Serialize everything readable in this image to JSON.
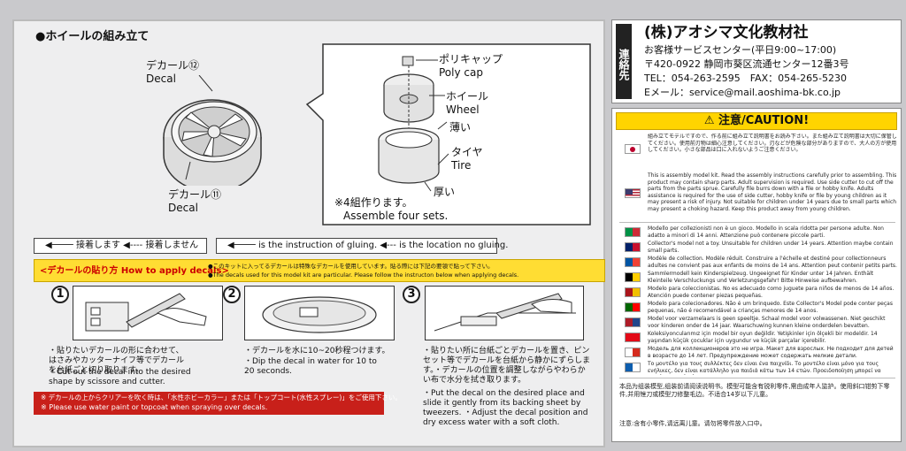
{
  "assembly": {
    "title": "●ホイールの組み立て",
    "decal12_jp": "デカール⑫",
    "decal12_en": "Decal",
    "decal11_jp": "デカール⑪",
    "decal11_en": "Decal",
    "polycap_jp": "ポリキャップ",
    "polycap_en": "Poly cap",
    "wheel_jp": "ホイール",
    "wheel_en": "Wheel",
    "thin": "薄い",
    "tire_jp": "タイヤ",
    "tire_en": "Tire",
    "thick": "厚い",
    "make4_jp": "※4組作ります。",
    "make4_en": "Assemble four sets."
  },
  "legend": {
    "glue_jp": "接着します",
    "noglue_jp": "接着しません",
    "glue_en": "is the instruction of gluing.",
    "noglue_en": "is the location no gluing."
  },
  "howto": {
    "title": "<デカールの貼り方 How to apply decals>",
    "line1": "●このキットに入ってるデカールは特殊なデカールを使用しています。貼る際には下記の要領で貼って下さい。",
    "line2": "●The decals used for this model kit are particular. Please follow the instructon below when applying decals."
  },
  "steps": [
    {
      "num": "1",
      "jp": "・貼りたいデカールの形に合わせて、はさみやカッターナイフ等でデカールを台紙ごと切り取ります。",
      "en": "・Cut out the decal into the desired shape by scissore and cutter."
    },
    {
      "num": "2",
      "jp": "・デカールを水に10~20秒程つけます。",
      "en": "・Dip the decal in water for 10 to 20 seconds."
    },
    {
      "num": "3",
      "jp": "・貼りたい所に台紙ごとデカールを置き、ピンセット等でデカールを台紙から静かにずらします。・デカールの位置を調整しながらやわらかい布で水分を拭き取ります。",
      "en": "・Put the decal on the desired place and slide it gently from its backing sheet by tweezers. ・Adjust the decal position and dry excess water with a soft cloth."
    }
  ],
  "red_note": {
    "jp": "※ デカールの上からクリアーを吹く時は、「水性ホビーカラー」または「トップコート(水性スプレー)」をご使用下さい。",
    "en": "※ Please use water paint or topcoat when spraying over decals."
  },
  "company": {
    "contact_label": "連絡先",
    "name": "(株)アオシマ文化教材社",
    "service": "お客様サービスセンター(平日9:00~17:00)",
    "address": "〒420-0922 静岡市葵区流通センター12番3号",
    "phone": "TEL：054-263-2595　FAX：054-265-5230",
    "email": "Eメール：service@mail.aoshima-bk.co.jp"
  },
  "caution": {
    "title": "注意/CAUTION!",
    "jp_text": "組み立てモデルですので、作る前に組み立て説明書をお読み下さい。また組み立て説明書は大切に保管してください。使用前刃物は細心注意してください。刃などが危険な部分がありますので、大人の方が使用してください。小さな部品は口に入れないようご注意ください。",
    "en_text": "This is assembly model kit. Read the assembly instructions carefully prior to assembling. This product may contain sharp parts. Adult supervision is required. Use side cutter to cut off the parts from the parts sprue. Carefully file burrs down with a file or hobby knife. Adults assistance is required for the use of side cutter, hobby knife or file by young children as it may present a risk of injury. Not suitable for children under 14 years due to small parts which may present a choking hazard. Keep this product away from young children.",
    "langs": [
      {
        "color": "#009246",
        "color2": "#ce2b37",
        "text": "Modello per collezionisti non è un gioco. Modello in scala ridotta per persone adulte. Non adatto a minori di 14 anni. Attenzione può contenere piccole parti."
      },
      {
        "color": "#012169",
        "color2": "#c8102e",
        "text": "Collector's model not a toy. Unsuitable for children under 14 years. Attention maybe contain small parts."
      },
      {
        "color": "#0055a4",
        "color2": "#ef4135",
        "text": "Modèle de collection. Modèle réduit. Construire a l'échelle et destiné pour collectionneurs adultes ne convient pas aux enfants de moins de 14 ans. Attention peut contenir petits parts."
      },
      {
        "color": "#000000",
        "color2": "#ffce00",
        "text": "Sammlermodell kein Kinderspielzeug. Ungeeignet für Kinder unter 14 Jahren. Enthält Kleinteile Verschluckungs und Verletzungsgefahr! Bitte Hinweise aufbewahren."
      },
      {
        "color": "#aa151b",
        "color2": "#f1bf00",
        "text": "Modelo para coleccionistas. No es adecuado como juguete para niños de menos de 14 años. Atención puede contener piezas pequeñas."
      },
      {
        "color": "#006600",
        "color2": "#ff0000",
        "text": "Modelo para colecionadores. Não é um brinquedo. Este Collector's Model pode conter peças pequenas, não é recomendável a crianças menores de 14 anos."
      },
      {
        "color": "#ae1c28",
        "color2": "#21468b",
        "text": "Model voor verzamelaars is geen speeltje. Schaal model voor volwassenen. Niet geschikt voor kinderen onder de 14 jaar. Waarschuwing kunnen kleine onderdelen bevatten."
      },
      {
        "color": "#e30a17",
        "color2": "#e30a17",
        "text": "Koleksiyoncularımız için model bir oyun değildir. Yetişkinler için ölçekli bir modeldir. 14 yaşından küçük çocuklar için uygundur ve küçük parçalar içerebilir."
      },
      {
        "color": "#ffffff",
        "color2": "#d52b1e",
        "text": "Модель для коллекционеров это не игра. Макет для взрослых. Не подходит для детей в возрасте до 14 лет. Предупреждение может содержать мелкие детали."
      },
      {
        "color": "#0d5eaf",
        "color2": "#ffffff",
        "text": "Το μοντέλο για τους συλλέκτες δεν είναι ένα παιχνίδι. Το μοντέλο είναι μόνο για τους ενήλικες, δεν είναι κατάλληλο για παιδιά κάτω των 14 ετών. Προειδοποίηση μπορεί να περιέχει μικρά μέρη."
      }
    ],
    "cn_text": "本品为组装模型,组装前请阅读说明书。模型可能含有锐利零件,需由成年人监护。使用斜口钳剪下零件,并用锉刀或模型刀修整毛边。不适合14岁以下儿童。",
    "cn_text2": "注意:含有小零件,请远离儿童。请勿将零件放入口中。"
  }
}
